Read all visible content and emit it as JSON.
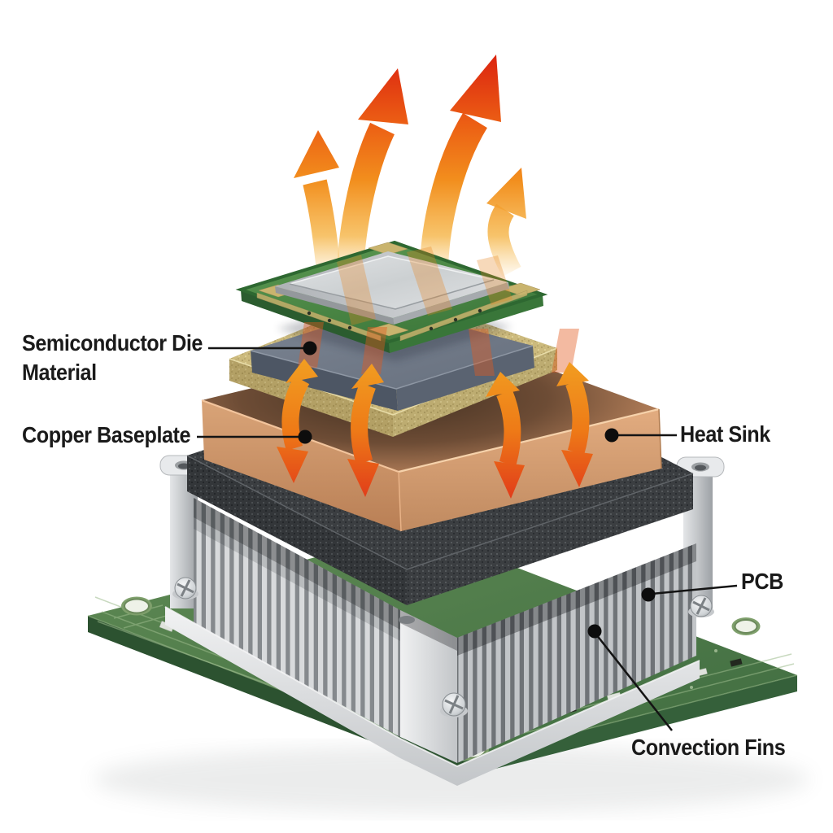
{
  "diagram": {
    "type": "exploded-view-thermal-stack",
    "labels": {
      "die": {
        "line1": "Semiconductor Die",
        "line2": "Material"
      },
      "copper": {
        "text": "Copper Baseplate"
      },
      "heatsink": {
        "text": "Heat Sink"
      },
      "pcb": {
        "text": "PCB"
      },
      "fins": {
        "text": "Convection Fins"
      }
    },
    "arrows": {
      "rising_heat_arrows": 4,
      "bidirectional_heat_arrows": 4
    },
    "colors": {
      "background": "#ffffff",
      "label_text": "#1a1a1a",
      "leader_line": "#141414",
      "heat_hot": "#dc2610",
      "heat_warm": "#f2921d",
      "copper": "#c98e63",
      "tim_tan": "#ccba7d",
      "die_gray": "#6b7482",
      "package_green": "#4a8743",
      "ihs_silver": "#d5d8da",
      "foam_dark": "#3b3e41",
      "heatsink_silver": "#d8dadc",
      "pcb_green": "#4c7a46"
    }
  }
}
